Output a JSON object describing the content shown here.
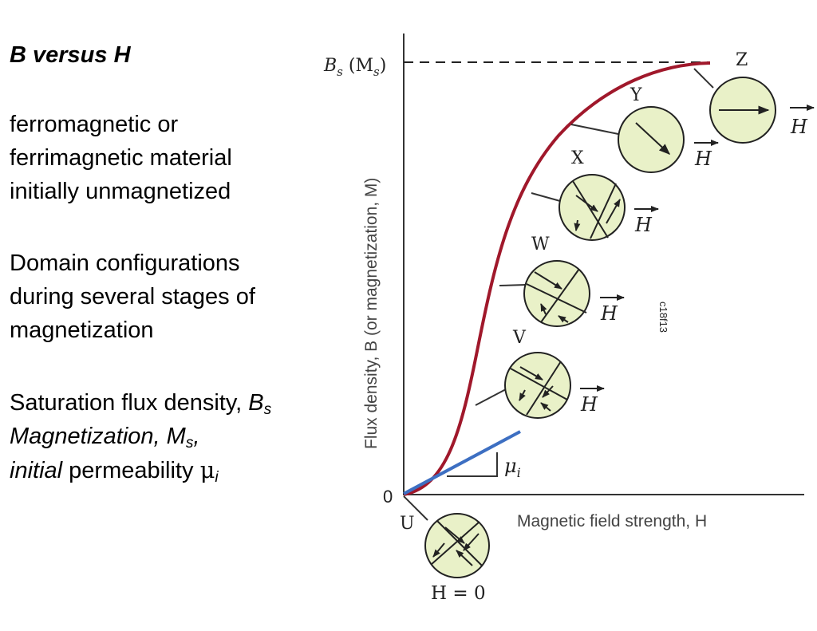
{
  "left_panel": {
    "title": "B versus H",
    "material_lines": [
      "ferromagnetic or",
      "ferrimagnetic material",
      "initially unmagnetized"
    ],
    "domain_lines": [
      "Domain configurations",
      "during several stages of",
      "magnetization"
    ],
    "saturation_prefix": "Saturation flux density, ",
    "saturation_symbol": "B",
    "saturation_sub": "s",
    "magnetization_prefix": "Magnetization, M",
    "magnetization_sub": "s",
    "magnetization_suffix": ",",
    "permeability_italic": "initial",
    "permeability_text": " permeability ",
    "permeability_symbol": "μ",
    "permeability_sub": "i"
  },
  "diagram": {
    "y_axis_label": "Flux density, B (or magnetization, M)",
    "x_axis_label": "Magnetic field strength, H",
    "origin_label": "0",
    "saturation_label_main": "B",
    "saturation_label_sub": "s",
    "saturation_label_paren": " (M",
    "saturation_label_paren_sub": "s",
    "saturation_label_close": ")",
    "slope_label": "μ",
    "slope_label_sub": "i",
    "figure_code": "c18f13",
    "field_vector": "H",
    "unmagnetized_label": "H = 0",
    "stage_labels": [
      "U",
      "V",
      "W",
      "X",
      "Y",
      "Z"
    ],
    "curve_color": "#a0182b",
    "initial_slope_color": "#3d6fc2",
    "domain_fill": "#e9f1c8"
  }
}
